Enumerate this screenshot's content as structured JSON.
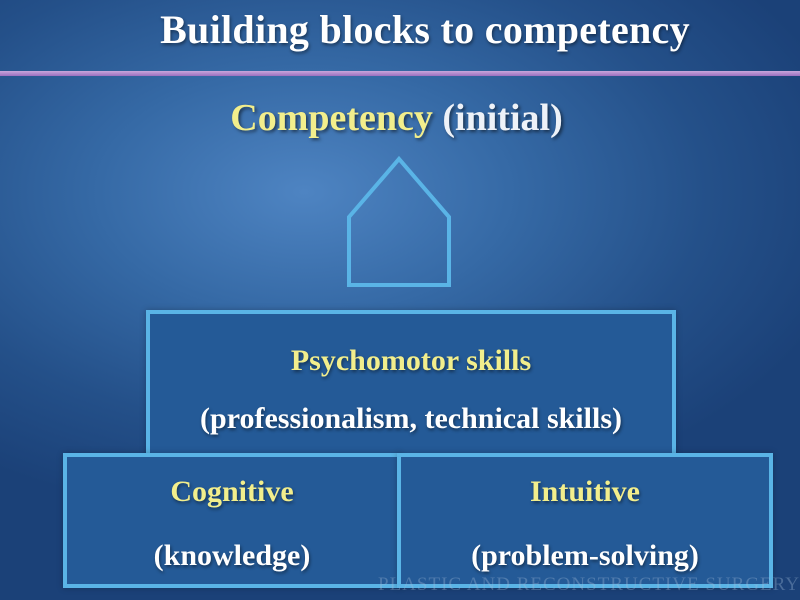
{
  "slide": {
    "title": "Building blocks to competency"
  },
  "apex": {
    "main": "Competency",
    "sub": "(initial)"
  },
  "blocks": {
    "top": {
      "label": "Psychomotor skills",
      "description": "(professionalism, technical skills)"
    },
    "left": {
      "label": "Cognitive",
      "description": "(knowledge)"
    },
    "right": {
      "label": "Intuitive",
      "description": "(problem-solving)"
    }
  },
  "watermark": "PLASTIC AND RECONSTRUCTIVE SURGERY",
  "colors": {
    "background": "#2b5d9b",
    "accent_yellow": "#f2ee8c",
    "box_border": "#5ab4e6",
    "divider": "#b38ad0"
  }
}
